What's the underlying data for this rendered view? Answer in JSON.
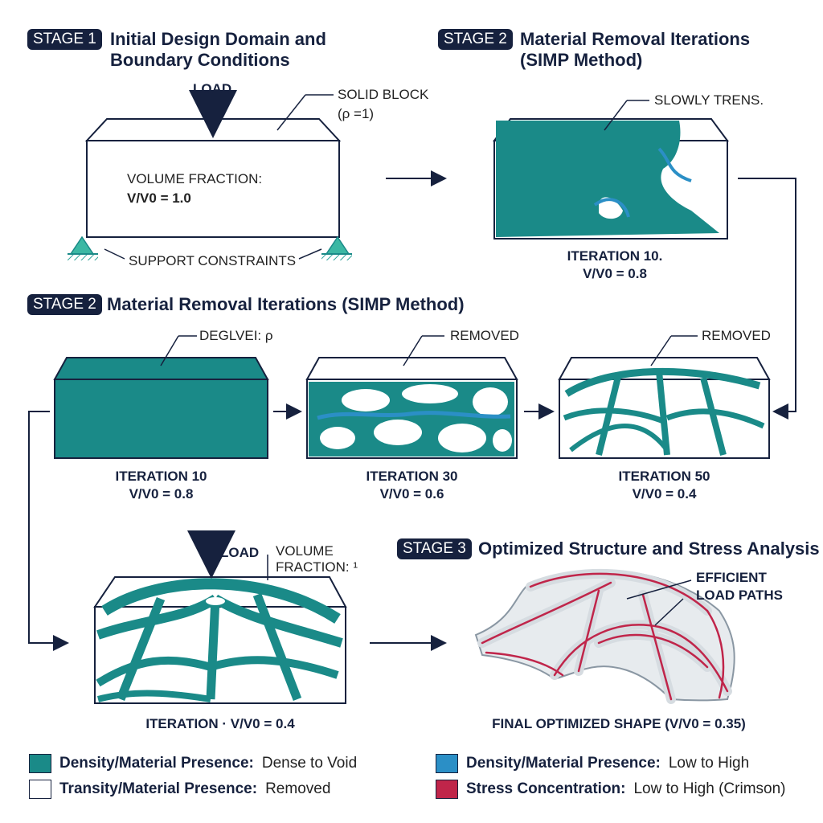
{
  "stage1": {
    "badge": "STAGE 1",
    "title_line1": "Initial Design Domain and",
    "title_line2": "Boundary Conditions",
    "load": "LOAD",
    "solid_block": "SOLID BLOCK",
    "rho": "(ρ =1)",
    "vf_label": "VOLUME FRACTION:",
    "vf_value": "V/V0 = 1.0",
    "supports": "SUPPORT CONSTRAINTS"
  },
  "stage2_top": {
    "badge": "STAGE 2",
    "title_line1": "Material Removal Iterations",
    "title_line2": "(SIMP Method)",
    "note": "SLOWLY TRENS.",
    "caption": "ITERATION 10.",
    "vf": "V/V0 = 0.8"
  },
  "stage2_row": {
    "badge": "STAGE 2",
    "title": "Material Removal Iterations (SIMP Method)",
    "note1": "DEGLVEI: ρ",
    "note2": "REMOVED",
    "note3": "REMOVED",
    "iterations": [
      {
        "caption": "ITERATION 10",
        "vf": "V/V0 = 0.8"
      },
      {
        "caption": "ITERATION 30",
        "vf": "V/V0 = 0.6"
      },
      {
        "caption": "ITERATION 50",
        "vf": "V/V0 = 0.4"
      }
    ]
  },
  "bottom_left": {
    "load": "LOAD",
    "vf_label_line1": "VOLUME",
    "vf_label_line2": "FRACTION: ¹",
    "caption": "ITERATION · V/V0 = 0.4"
  },
  "stage3": {
    "badge": "STAGE 3",
    "title": "Optimized Structure and Stress Analysis",
    "paths_line1": "EFFICIENT",
    "paths_line2": "LOAD PATHS",
    "caption": "FINAL OPTIMIZED SHAPE (V/V0 = 0.35)"
  },
  "legend": [
    {
      "bold": "Density/Material Presence:",
      "text": "Dense to Void",
      "color": "#1a8a88"
    },
    {
      "bold": "Transity/Material Presence:",
      "text": "Removed",
      "color": "#ffffff"
    },
    {
      "bold": "Density/Material Presence:",
      "text": "Low to High",
      "color": "#2b8fc6"
    },
    {
      "bold": "Stress Concentration:",
      "text": "Low to High (Crimson)",
      "color": "#c0254a"
    }
  ],
  "colors": {
    "navy": "#16213e",
    "teal": "#1a8a88",
    "blue": "#2b8fc6",
    "crimson": "#c0254a"
  }
}
